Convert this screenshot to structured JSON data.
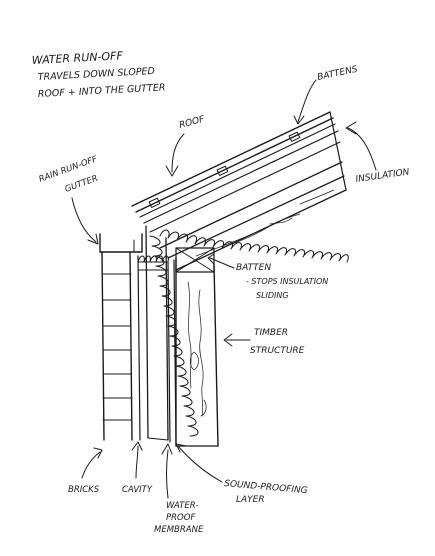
{
  "colors": {
    "ink": "#1a1a1a",
    "paper": "#ffffff"
  },
  "heading": {
    "line1": "WATER RUN-OFF",
    "line2": "TRAVELS DOWN SLOPED",
    "line3": "ROOF + INTO THE GUTTER"
  },
  "labels": {
    "battens": "BATTENS",
    "roof": "ROOF",
    "insulation": "INSULATION",
    "gutter_1": "RAIN RUN-OFF",
    "gutter_2": "GUTTER",
    "batten_1": "BATTEN",
    "batten_2": "- STOPS INSULATION",
    "batten_3": "SLIDING",
    "timber_1": "TIMBER",
    "timber_2": "STRUCTURE",
    "bricks": "BRICKS",
    "cavity": "CAVITY",
    "membrane_1": "WATER-",
    "membrane_2": "PROOF",
    "membrane_3": "MEMBRANE",
    "sound_1": "SOUND-PROOFING",
    "sound_2": "LAYER"
  }
}
